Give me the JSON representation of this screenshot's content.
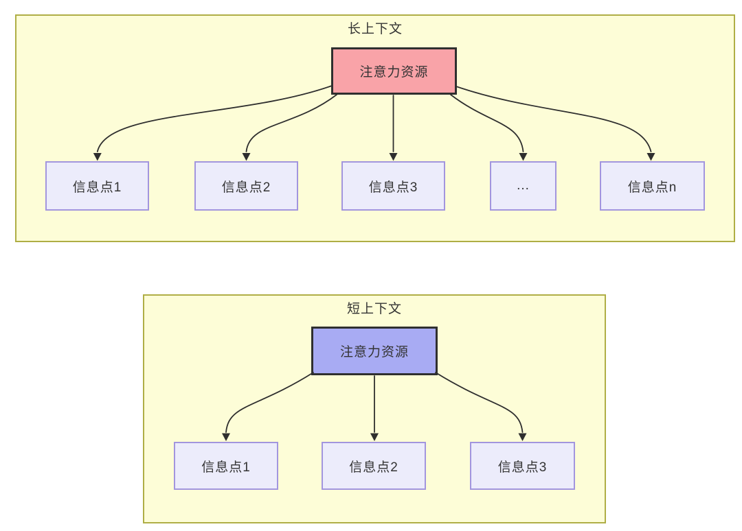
{
  "colors": {
    "section_fill": "#FDFDD7",
    "section_border": "#AFAE45",
    "hub_long_fill": "#F9A3A8",
    "hub_short_fill": "#A8ABF3",
    "hub_border": "#2F2F2F",
    "node_fill": "#ECECFB",
    "node_border": "#A295DE",
    "arrow": "#2E2E2E",
    "text": "#333333"
  },
  "sections": [
    {
      "title": "长上下文",
      "hub_label": "注意力资源",
      "nodes": [
        {
          "label": "信息点1"
        },
        {
          "label": "信息点2"
        },
        {
          "label": "信息点3"
        },
        {
          "label": "..."
        },
        {
          "label": "信息点n"
        }
      ]
    },
    {
      "title": "短上下文",
      "hub_label": "注意力资源",
      "nodes": [
        {
          "label": "信息点1"
        },
        {
          "label": "信息点2"
        },
        {
          "label": "信息点3"
        }
      ]
    }
  ]
}
